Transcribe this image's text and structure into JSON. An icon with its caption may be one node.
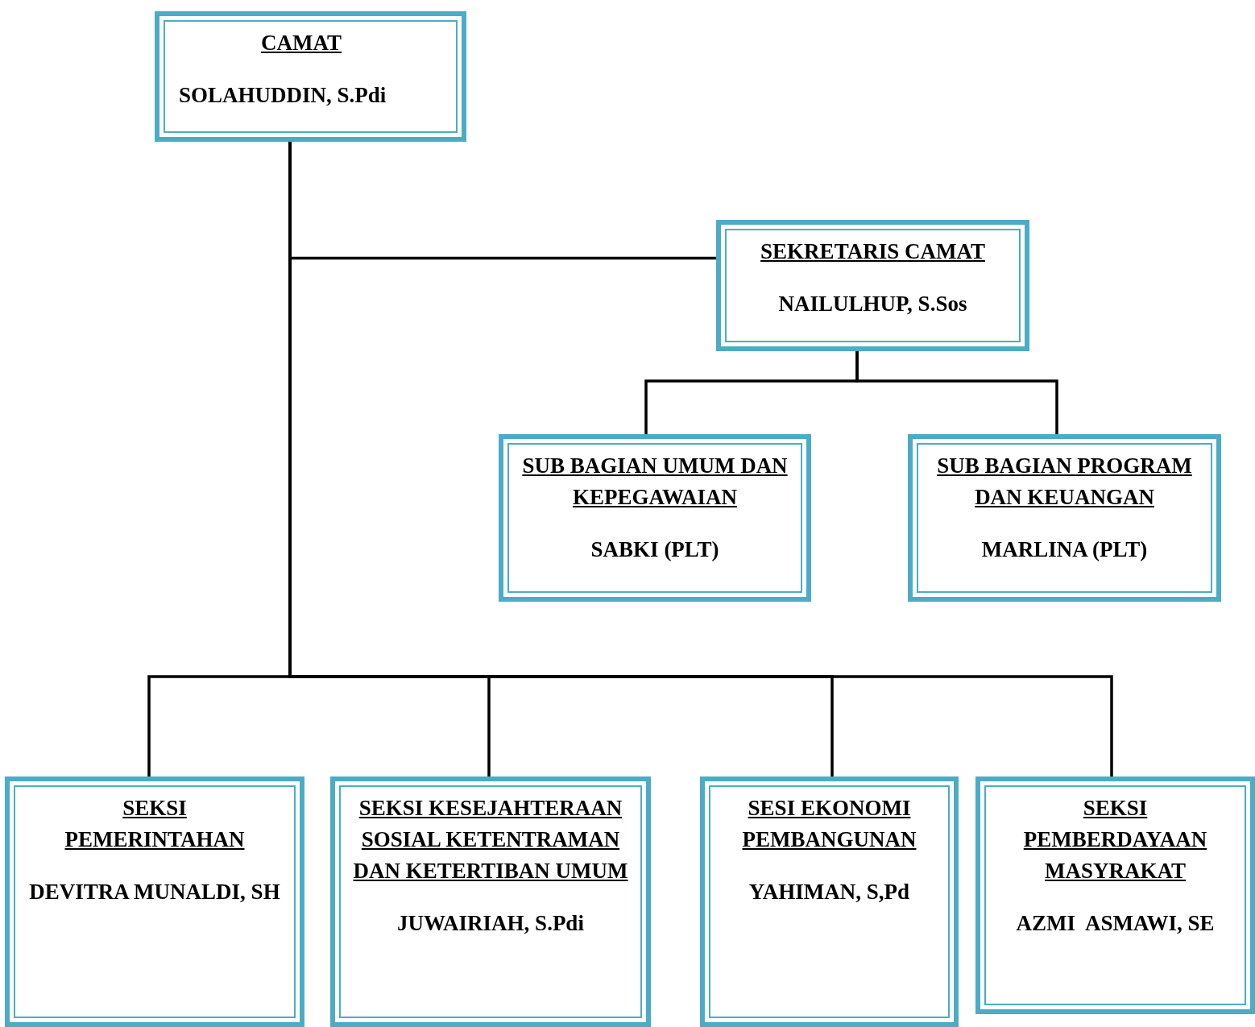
{
  "diagram": {
    "nodes": [
      {
        "text": [
          "CAMAT",
          "SOLAHUDDIN, S.Pdi"
        ]
      },
      {
        "text": [
          "SEKRETARIS CAMAT",
          "NAILULHUP, S.Sos"
        ]
      },
      {
        "text": [
          "SUB BAGIAN UMUM DAN KEPEGAWAIAN",
          "SABKI (PLT)"
        ]
      },
      {
        "text": [
          "SUB BAGIAN PROGRAM DAN KEUANGAN",
          "MARLINA (PLT)"
        ]
      },
      {
        "text": [
          "SEKSI PEMERINTAHAN",
          "DEVITRA MUNALDI, SH"
        ]
      },
      {
        "text": [
          "SEKSI KESEJAHTERAAN SOSIAL KETENTRAMAN DAN KETERTIBAN UMUM",
          "JUWAIRIAH, S.Pdi"
        ]
      },
      {
        "text": [
          "SESI EKONOMI PEMBANGUNAN",
          "YAHIMAN, S,Pd"
        ]
      },
      {
        "text": [
          "SEKSI PEMBERDAYAAN MASYRAKAT",
          "AZMI  ASMAWI, SE"
        ]
      }
    ],
    "edges": [
      {
        "from": 0,
        "to": 1,
        "arrow": "none"
      },
      {
        "from": 1,
        "to": 2,
        "arrow": "none"
      },
      {
        "from": 1,
        "to": 3,
        "arrow": "none"
      },
      {
        "from": 0,
        "to": 4,
        "arrow": "none"
      },
      {
        "from": 0,
        "to": 5,
        "arrow": "none"
      },
      {
        "from": 0,
        "to": 6,
        "arrow": "none"
      },
      {
        "from": 0,
        "to": 7,
        "arrow": "none"
      }
    ]
  }
}
